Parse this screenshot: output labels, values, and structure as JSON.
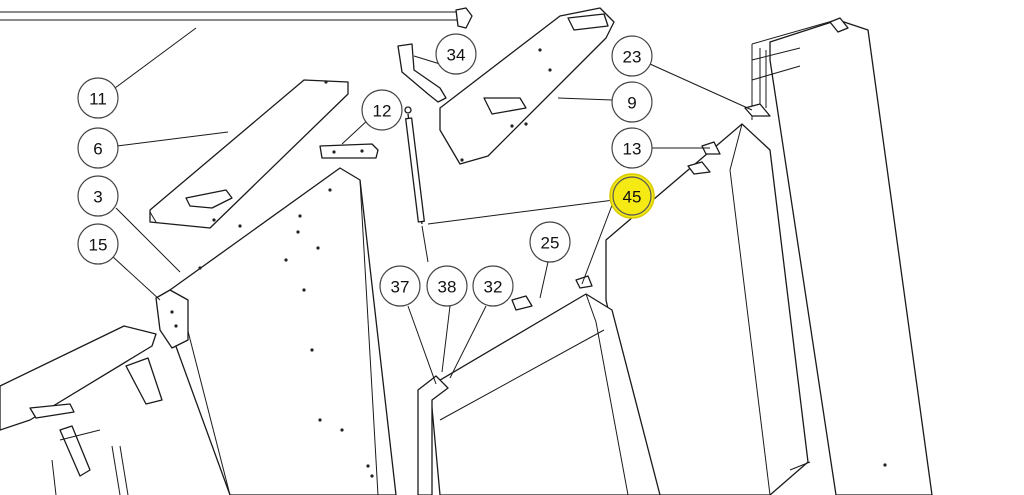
{
  "highlight_color": "#f5ea14",
  "highlighted_callout": "45",
  "callouts": {
    "c11": "11",
    "c6": "6",
    "c3": "3",
    "c15": "15",
    "c34": "34",
    "c12": "12",
    "c23": "23",
    "c9": "9",
    "c13": "13",
    "c45": "45",
    "c25": "25",
    "c37": "37",
    "c38": "38",
    "c32": "32"
  }
}
